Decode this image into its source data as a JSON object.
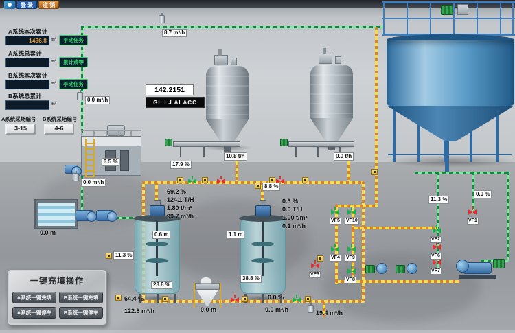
{
  "topbar": {
    "login_label": "登 录",
    "logout_label": "注 销"
  },
  "accumulator_panel": {
    "rows": [
      {
        "label": "A系统本次累计",
        "value": "1436.8",
        "unit": "m³",
        "button": "手动任务"
      },
      {
        "label": "A系统总累计",
        "value": "",
        "unit": "m³",
        "button": "累计清零"
      },
      {
        "label": "B系统本次累计",
        "value": "",
        "unit": "m³",
        "button": "手动任务"
      },
      {
        "label": "B系统总累计",
        "value": "",
        "unit": "m³"
      }
    ],
    "site_a_label": "A系统采场编号",
    "site_b_label": "B系统采场编号",
    "site_a_value": "3-15",
    "site_b_value": "4-6"
  },
  "displays": {
    "top_flow": "8.7 m³/h",
    "left_flow_upper": "0.0 m³/h",
    "left_flow_lower": "0.0 m³/h",
    "big_value": "142.2151",
    "tag_strip": "GL LJ AI ACC",
    "station_level_pct": "3.5 %",
    "belt_a_pct": "17.9 %",
    "belt_a_rate": "10.8 t/h",
    "belt_b_rate": "0.0 t/h",
    "line_a": {
      "pct": "69.2  %",
      "rate": "124.1  T/H",
      "density": "1.80  t/m³",
      "flow": "99.7  m³/h"
    },
    "mid_pct": "8.8 %",
    "line_b": {
      "pct": "0.3  %",
      "rate": "0.0  T/H",
      "density": "1.00  t/m³",
      "flow": "0.1  m³/h"
    },
    "tank_a_level": "0.6 m",
    "tank_b_level": "1.1 m",
    "left_pct": "11.3 %",
    "tank_a_pct": "28.8 %",
    "tank_b_pct": "38.8 %",
    "fill_a_pct": "64.4 %",
    "fill_a_flow": "122.8 m³/h",
    "hopper_level": "0.0 m",
    "fill_b_pct": "0.0 %",
    "fill_b_flow": "0.0 m³/h",
    "return_flow": "19.4 m³/h",
    "pool_level": "0.0 m",
    "right_pct": "11.3 %",
    "right_pct2": "0.0 %"
  },
  "valves": [
    {
      "id": "VF5",
      "state": "open"
    },
    {
      "id": "VF10",
      "state": "open"
    },
    {
      "id": "VF4",
      "state": "open"
    },
    {
      "id": "VF9",
      "state": "open"
    },
    {
      "id": "VF3",
      "state": "closed"
    },
    {
      "id": "VF8",
      "state": "open"
    },
    {
      "id": "VF1",
      "state": "closed"
    },
    {
      "id": "VF2",
      "state": "open"
    },
    {
      "id": "VF6",
      "state": "closed"
    },
    {
      "id": "VF7",
      "state": "closed"
    }
  ],
  "control_panel": {
    "title": "一键充填操作",
    "buttons": [
      "A系统一键充填",
      "B系统一键充填",
      "A系统一键停车",
      "B系统一键停车"
    ]
  },
  "icons": {
    "logo": "app-logo",
    "flow_sensor": "flow-sensor-icon",
    "instrument": "instrument-icon",
    "valve_open": "valve-open-icon",
    "valve_closed": "valve-closed-icon"
  },
  "colors": {
    "pipe_slurry": "#d9832e",
    "pipe_slurry_bg": "#f6dd4e",
    "pipe_water": "#0e8c3e",
    "pipe_water_bg": "#7dea9d",
    "valve_open": "#17b24c",
    "valve_closed": "#e22f2f",
    "login_button": "#2a62b0",
    "logout_button": "#d2802f",
    "panel_value_text": "#e09a2e",
    "panel_button_green": "#2ecc6a"
  }
}
